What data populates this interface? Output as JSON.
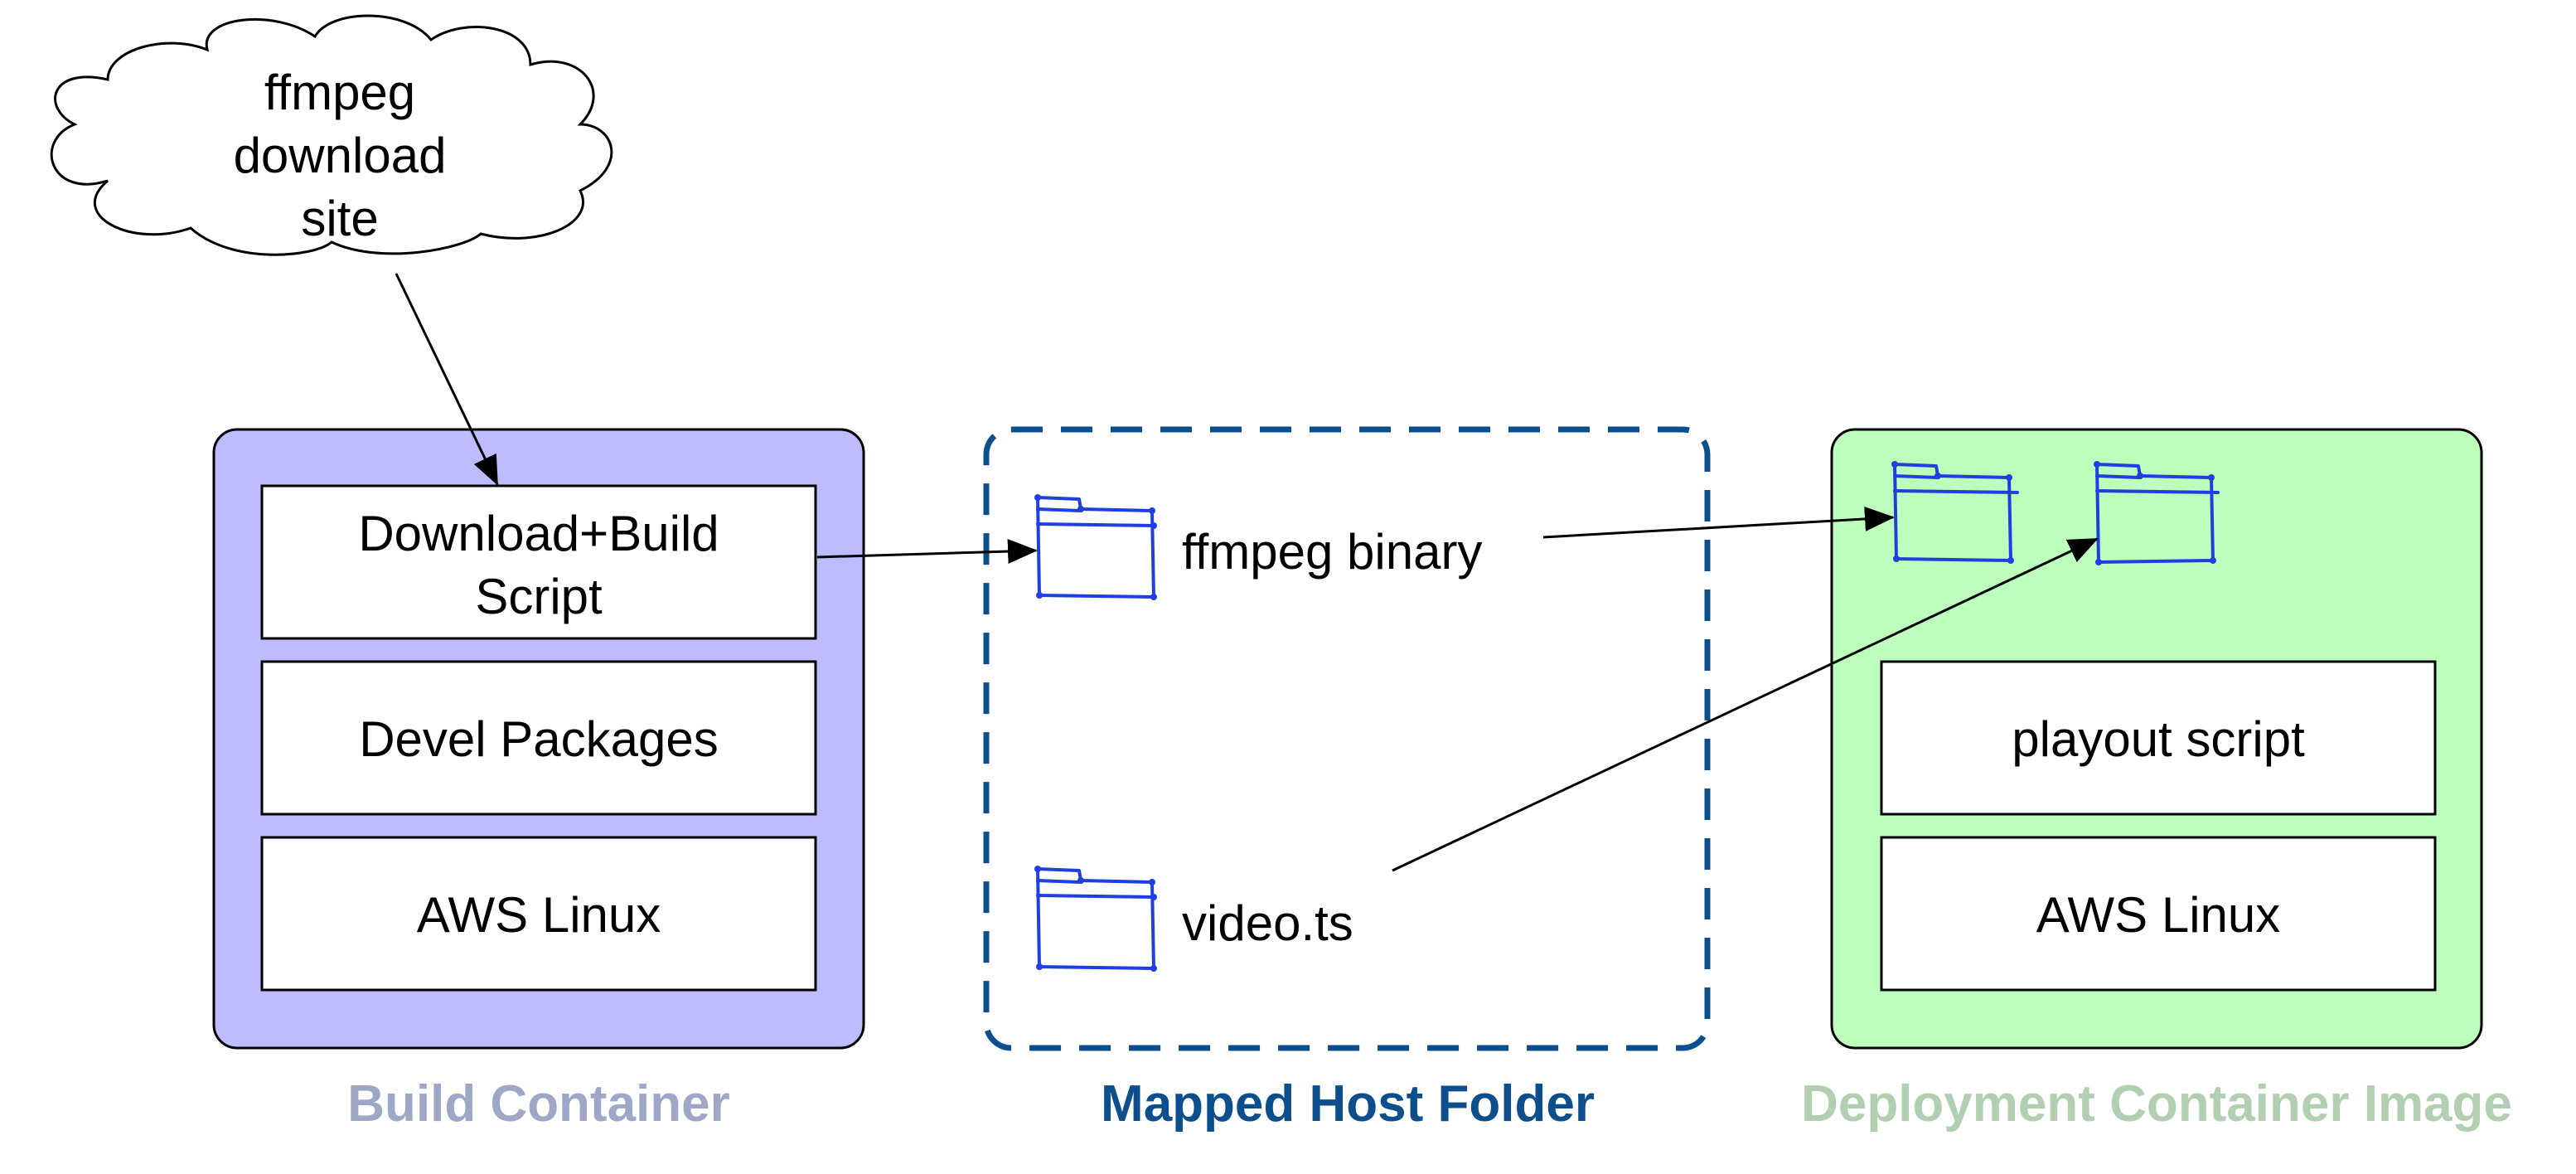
{
  "cloud": {
    "lines": [
      "ffmpeg",
      "download",
      "site"
    ]
  },
  "build_container": {
    "caption": "Build Container",
    "fill_color": "#bdbcff",
    "caption_color": "#9ea8c6",
    "layers": [
      {
        "lines": [
          "Download+Build",
          "Script"
        ]
      },
      {
        "lines": [
          "Devel Packages"
        ]
      },
      {
        "lines": [
          "AWS Linux"
        ]
      }
    ]
  },
  "mapped_host_folder": {
    "caption": "Mapped Host Folder",
    "border_color": "#0d4e8c",
    "caption_color": "#0d4e8c",
    "items": [
      {
        "label": "ffmpeg binary",
        "icon": "folder-icon"
      },
      {
        "label": "video.ts",
        "icon": "folder-icon"
      }
    ]
  },
  "deployment_container": {
    "caption": "Deployment Container Image",
    "fill_color": "#bdffbd",
    "caption_color": "#b3cfb1",
    "icons": [
      "folder-icon",
      "folder-icon"
    ],
    "layers": [
      {
        "lines": [
          "playout script"
        ]
      },
      {
        "lines": [
          "AWS Linux"
        ]
      }
    ]
  },
  "arrows": [
    {
      "from": "cloud",
      "to": "download-build-script"
    },
    {
      "from": "download-build-script",
      "to": "ffmpeg-binary-folder"
    },
    {
      "from": "ffmpeg-binary-folder",
      "to": "deployment-folder-1"
    },
    {
      "from": "video-ts-folder",
      "to": "deployment-folder-2"
    }
  ]
}
